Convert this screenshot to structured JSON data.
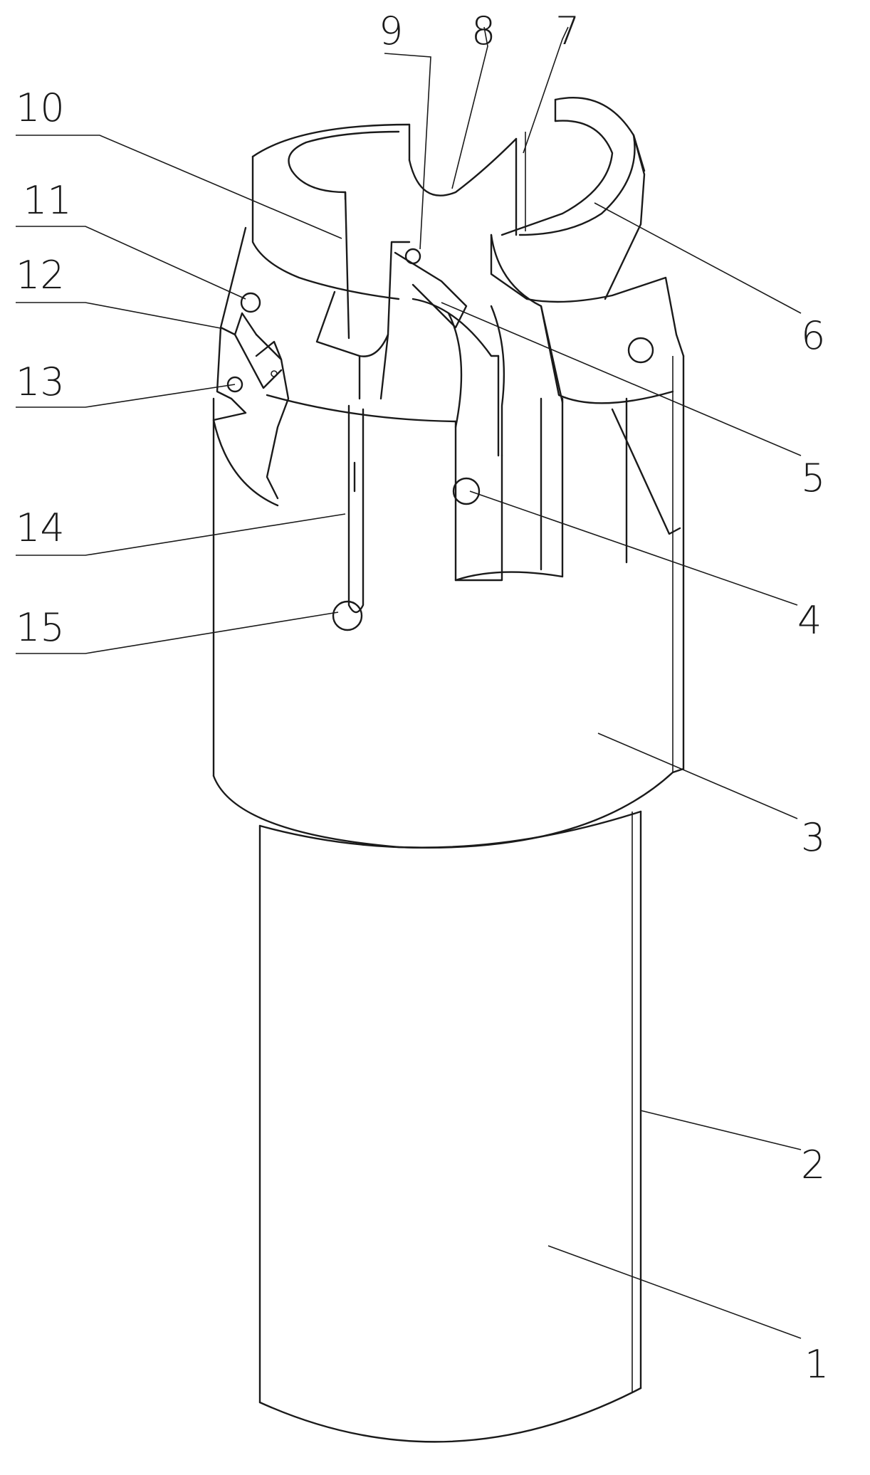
{
  "figure": {
    "type": "patent-line-drawing",
    "subject": "cylindrical cutting tool (perspective view)",
    "labels": [
      "1",
      "2",
      "3",
      "4",
      "5",
      "6",
      "7",
      "8",
      "9",
      "10",
      "11",
      "12",
      "13",
      "14",
      "15"
    ]
  }
}
